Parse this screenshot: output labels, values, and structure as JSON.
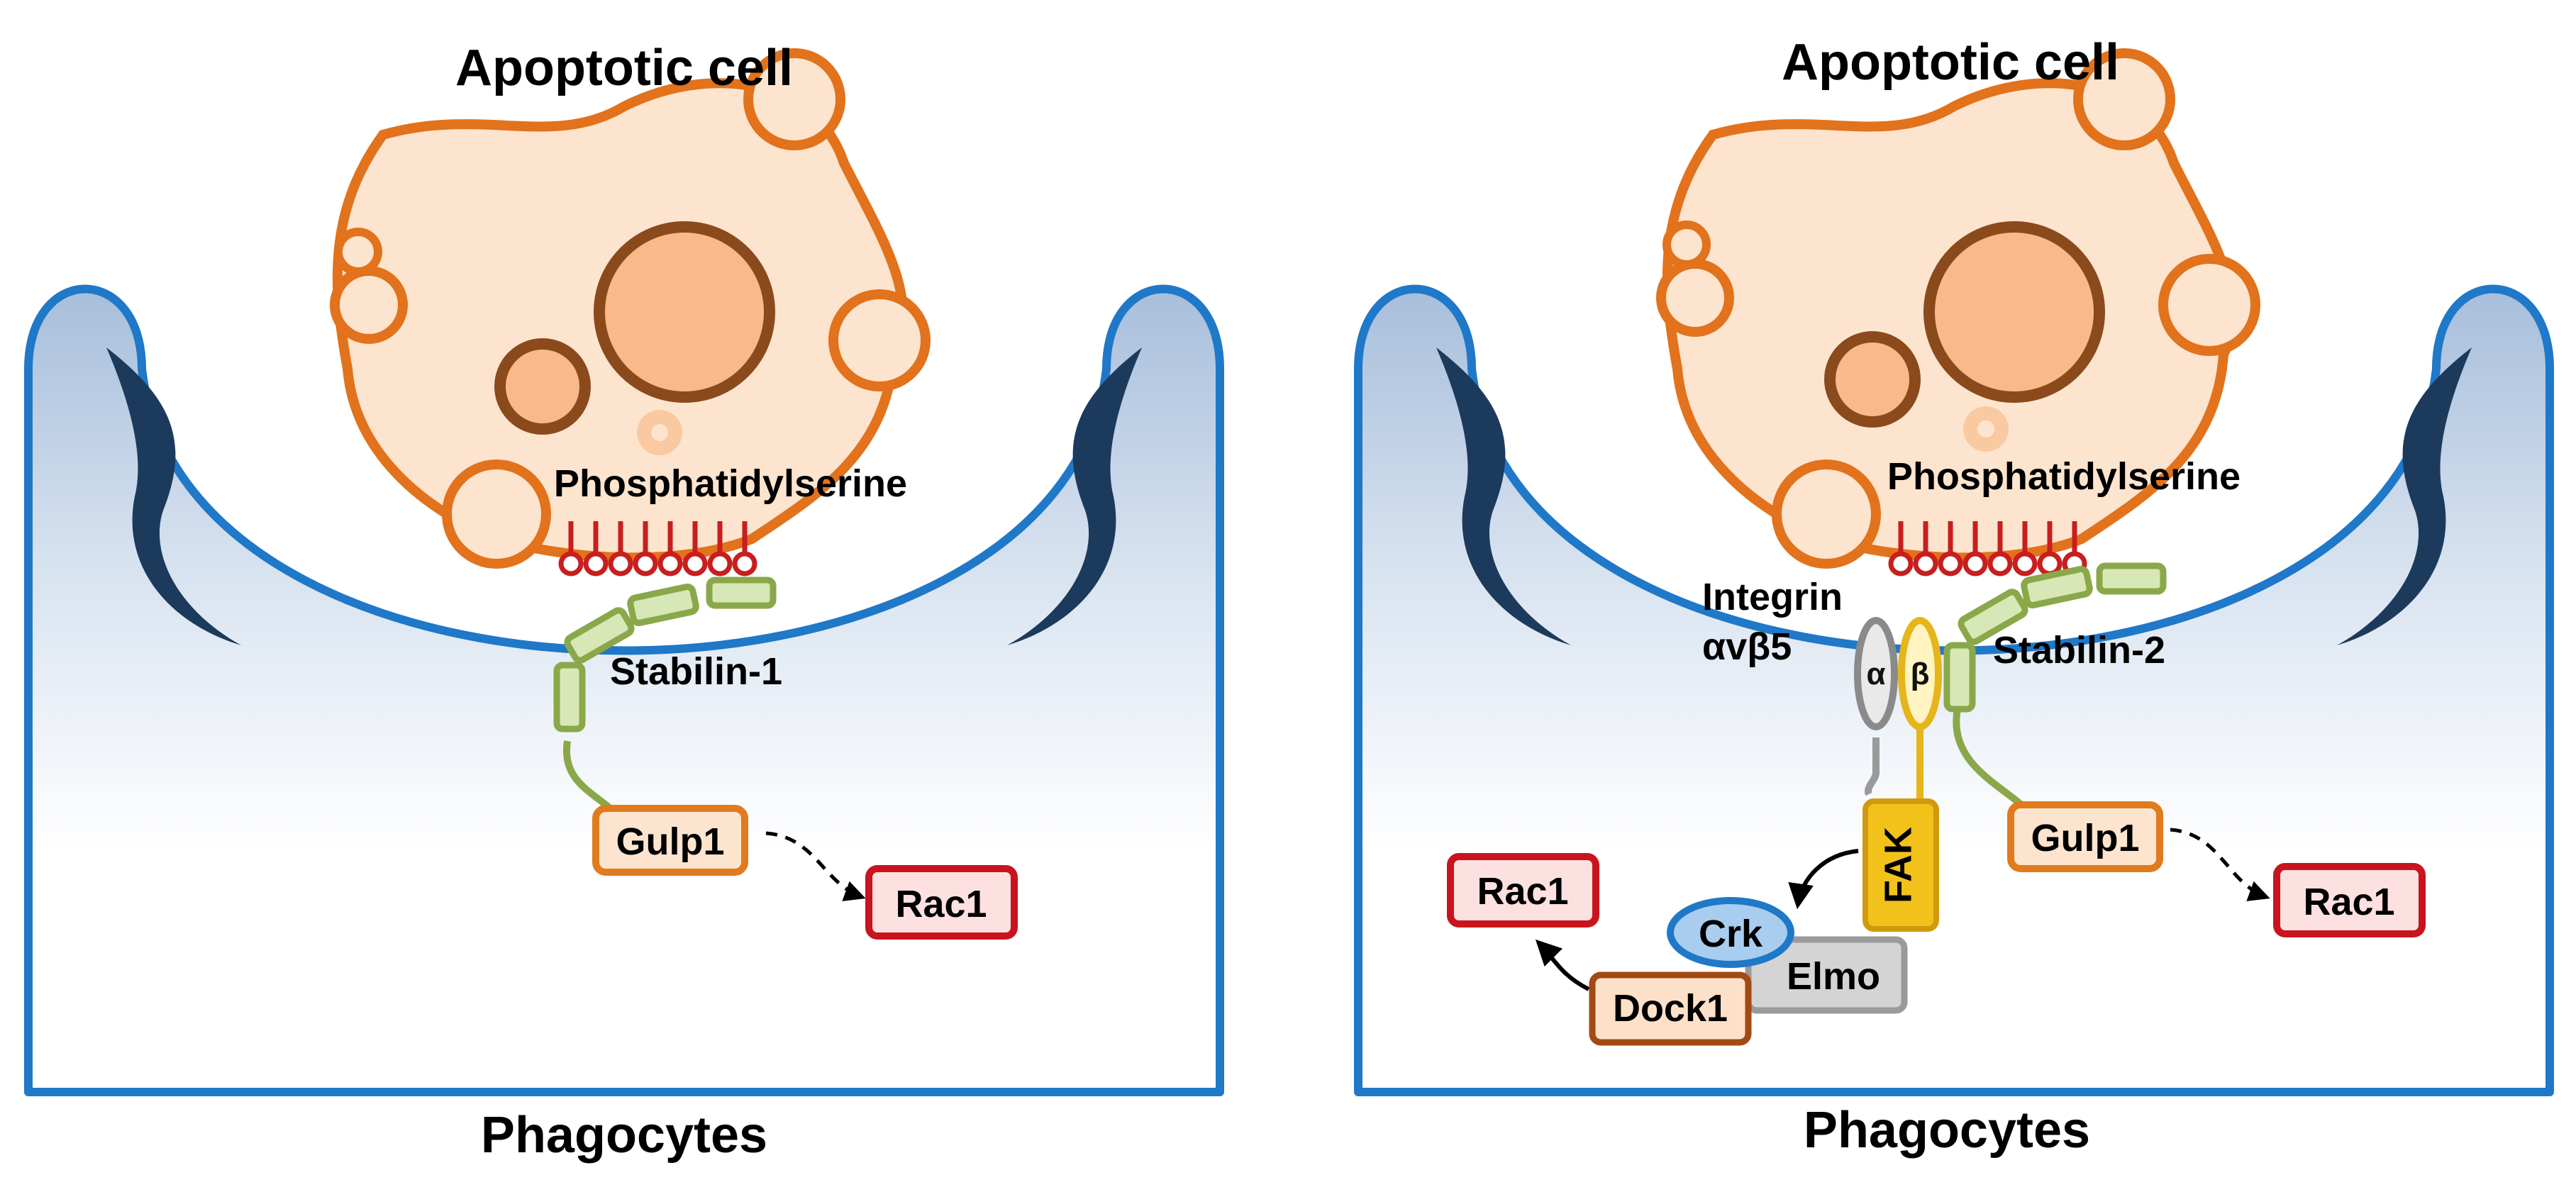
{
  "panels": [
    {
      "title": "Apoptotic cell",
      "bottom_label": "Phagocytes",
      "ps_label": "Phosphatidylserine",
      "receptor_label": "Stabilin-1",
      "gulp_label": "Gulp1",
      "rac_label": "Rac1"
    },
    {
      "title": "Apoptotic cell",
      "bottom_label": "Phagocytes",
      "ps_label": "Phosphatidylserine",
      "receptor_label": "Stabilin-2",
      "gulp_label": "Gulp1",
      "rac_label": "Rac1",
      "integrin_line1": "Integrin",
      "integrin_line2": "αvβ5",
      "alpha": "α",
      "beta": "β",
      "fak_label": "FAK",
      "crk_label": "Crk",
      "elmo_label": "Elmo",
      "dock_label": "Dock1",
      "rac_left_label": "Rac1"
    }
  ],
  "colors": {
    "cell_fill": "#fde4cf",
    "cell_stroke": "#e2721b",
    "nucleus_fill": "#f9b98a",
    "nucleus_stroke": "#8a4a1c",
    "phagocyte_stroke": "#1f78c8",
    "phagocyte_gradient_top": "#a9bfdc",
    "pseudopod_accent": "#1c3a5c",
    "ps_red": "#c81e1e",
    "receptor_green": "#8aa84a",
    "receptor_fill": "#d7e7b6",
    "gulp_stroke": "#e07b1e",
    "rac_stroke": "#c8141e",
    "rac_fill": "#fde0e0",
    "fak_fill": "#f2c21b",
    "crk_fill": "#a9cdee",
    "elmo_fill": "#d4d4d4",
    "dock_fill": "#fde0c8",
    "dock_stroke": "#a24a14"
  }
}
